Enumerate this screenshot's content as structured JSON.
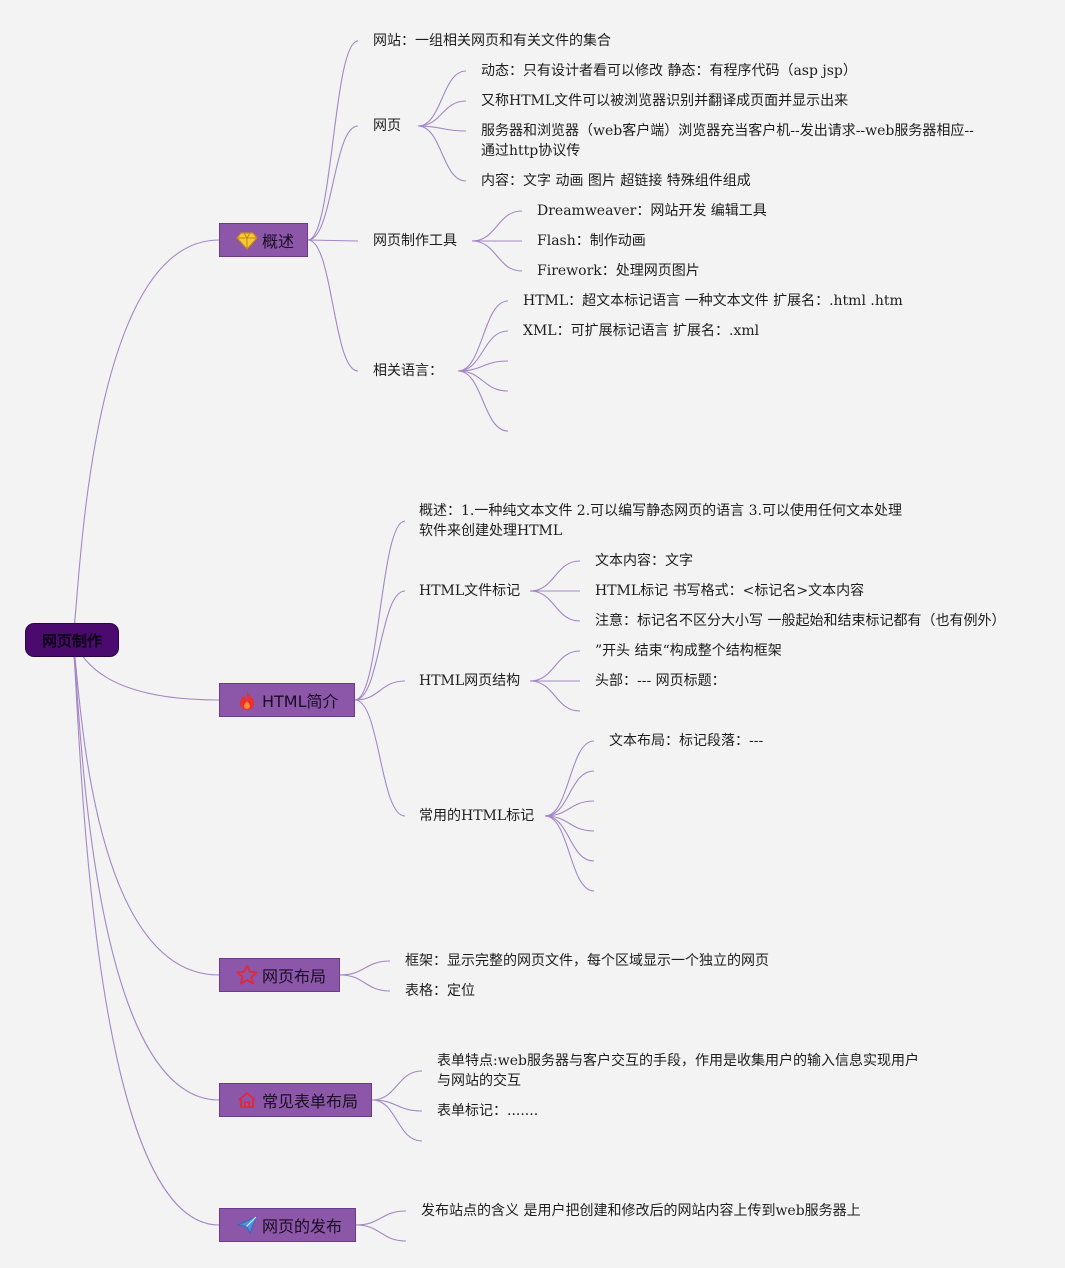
{
  "root": {
    "label": "网页制作"
  },
  "colors": {
    "line": "#a387c6",
    "branch_fill": "#8c57a8",
    "root_fill": "#4b0a6e"
  },
  "branches": [
    {
      "label": "概述",
      "icon": "diamond-icon"
    },
    {
      "label": "HTML简介",
      "icon": "fire-icon"
    },
    {
      "label": "网页布局",
      "icon": "star-icon"
    },
    {
      "label": "常见表单布局",
      "icon": "home-icon"
    },
    {
      "label": "网页的发布",
      "icon": "send-icon"
    }
  ],
  "overview": {
    "website": "网站：一组相关网页和有关文件的集合",
    "webpage": {
      "label": "网页",
      "items": [
        "动态：只有设计者看可以修改 静态：有程序代码（asp jsp）",
        "又称HTML文件可以被浏览器识别并翻译成页面并显示出来",
        "服务器和浏览器（web客户端）浏览器充当客户机--发出请求--web服务器相应--通过http协议传",
        "内容：文字 动画 图片 超链接 特殊组件组成"
      ]
    },
    "tools": {
      "label": "网页制作工具",
      "items": [
        "Dreamweaver：网站开发 编辑工具",
        "Flash：制作动画",
        "Firework：处理网页图片"
      ]
    },
    "languages": {
      "label": "相关语言：",
      "items": [
        "HTML：超文本标记语言 一种文本文件 扩展名：.html .htm",
        "XML：可扩展标记语言 扩展名：.xml"
      ]
    }
  },
  "html_intro": {
    "summary": "概述：1.一种纯文本文件 2.可以编写静态网页的语言 3.可以使用任何文本处理软件来创建处理HTML",
    "file_tags": {
      "label": "HTML文件标记",
      "items": [
        "文本内容：文字",
        "HTML标记 书写格式：<标记名>文本内容",
        "注意：标记名不区分大小写 一般起始和结束标记都有（也有例外）"
      ]
    },
    "structure": {
      "label": "HTML网页结构",
      "items": [
        "”开头 结束“构成整个结构框架",
        "头部：--- 网页标题："
      ]
    },
    "common_tags": {
      "label": "常用的HTML标记",
      "items": [
        "文本布局：标记段落：---"
      ]
    }
  },
  "layout": {
    "items": [
      "框架：显示完整的网页文件，每个区域显示一个独立的网页",
      "表格：定位"
    ]
  },
  "forms": {
    "items": [
      "表单特点:web服务器与客户交互的手段，作用是收集用户的输入信息实现用户与网站的交互",
      "表单标记：......."
    ]
  },
  "publish": {
    "items": [
      "发布站点的含义 是用户把创建和修改后的网站内容上传到web服务器上"
    ]
  }
}
